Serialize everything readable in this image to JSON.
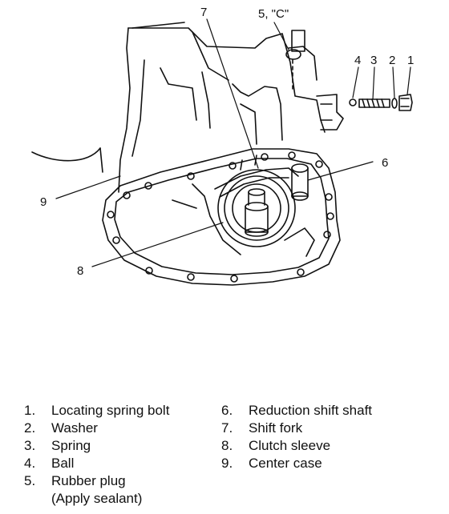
{
  "figure": {
    "callouts": {
      "c1": "1",
      "c2": "2",
      "c3": "3",
      "c4": "4",
      "c5": "5, \"C\"",
      "c6": "6",
      "c7": "7",
      "c8": "8",
      "c9": "9"
    }
  },
  "legend": {
    "left": [
      {
        "num": "1.",
        "text": "Locating spring bolt"
      },
      {
        "num": "2.",
        "text": "Washer"
      },
      {
        "num": "3.",
        "text": "Spring"
      },
      {
        "num": "4.",
        "text": "Ball"
      },
      {
        "num": "5.",
        "text": "Rubber plug"
      }
    ],
    "left_note": "(Apply sealant)",
    "right": [
      {
        "num": "6.",
        "text": "Reduction shift shaft"
      },
      {
        "num": "7.",
        "text": "Shift fork"
      },
      {
        "num": "8.",
        "text": "Clutch sleeve"
      },
      {
        "num": "9.",
        "text": "Center case"
      }
    ]
  }
}
